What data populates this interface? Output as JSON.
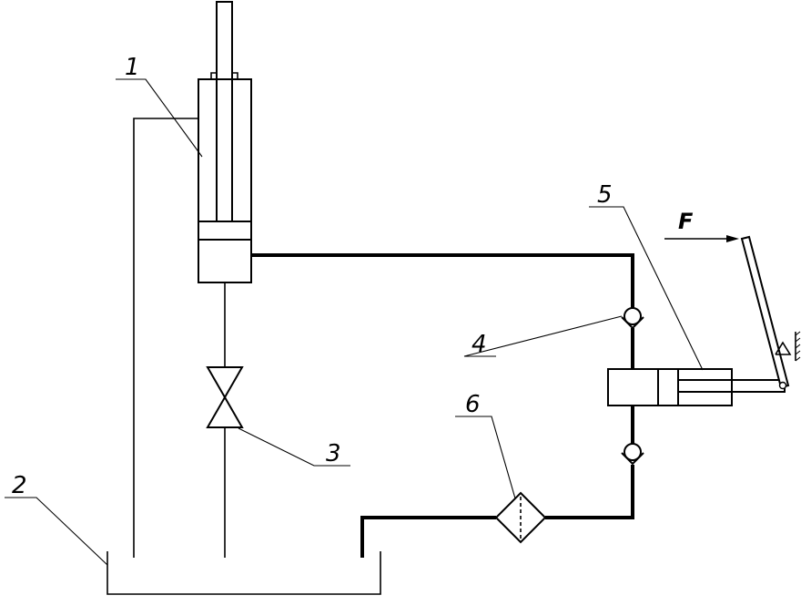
{
  "labels": {
    "l1": "1",
    "l2": "2",
    "l3": "3",
    "l4": "4",
    "l5": "5",
    "l6": "6",
    "force": "F"
  }
}
